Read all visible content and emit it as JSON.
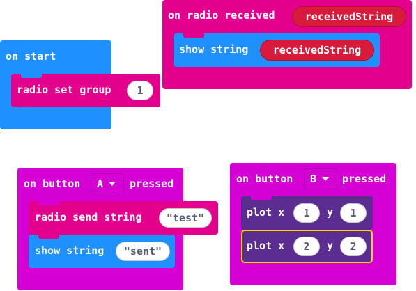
{
  "colors": {
    "events_blue": "#1e90ff",
    "radio_pink": "#e3008c",
    "basic_blue": "#1e90ff",
    "input_magenta": "#d400d4",
    "led_purple": "#5c2d91",
    "variable_red": "#d81b3c",
    "selected_yellow": "#ffd500"
  },
  "blocks": {
    "on_start": {
      "label": "on start",
      "radio_set_group": {
        "label": "radio set group",
        "value": "1"
      }
    },
    "on_radio_received": {
      "label": "on radio received",
      "param": "receivedString",
      "show_string": {
        "label": "show string",
        "arg": "receivedString"
      }
    },
    "on_button_a": {
      "label_before": "on button",
      "button": "A",
      "label_after": "pressed",
      "radio_send_string": {
        "label": "radio send string",
        "arg": "\"test\""
      },
      "show_string": {
        "label": "show string",
        "arg": "\"sent\""
      }
    },
    "on_button_b": {
      "label_before": "on button",
      "button": "B",
      "label_after": "pressed",
      "plot_1": {
        "label_x": "plot x",
        "x": "1",
        "label_y": "y",
        "y": "1"
      },
      "plot_2": {
        "label_x": "plot x",
        "x": "2",
        "label_y": "y",
        "y": "2"
      }
    }
  }
}
